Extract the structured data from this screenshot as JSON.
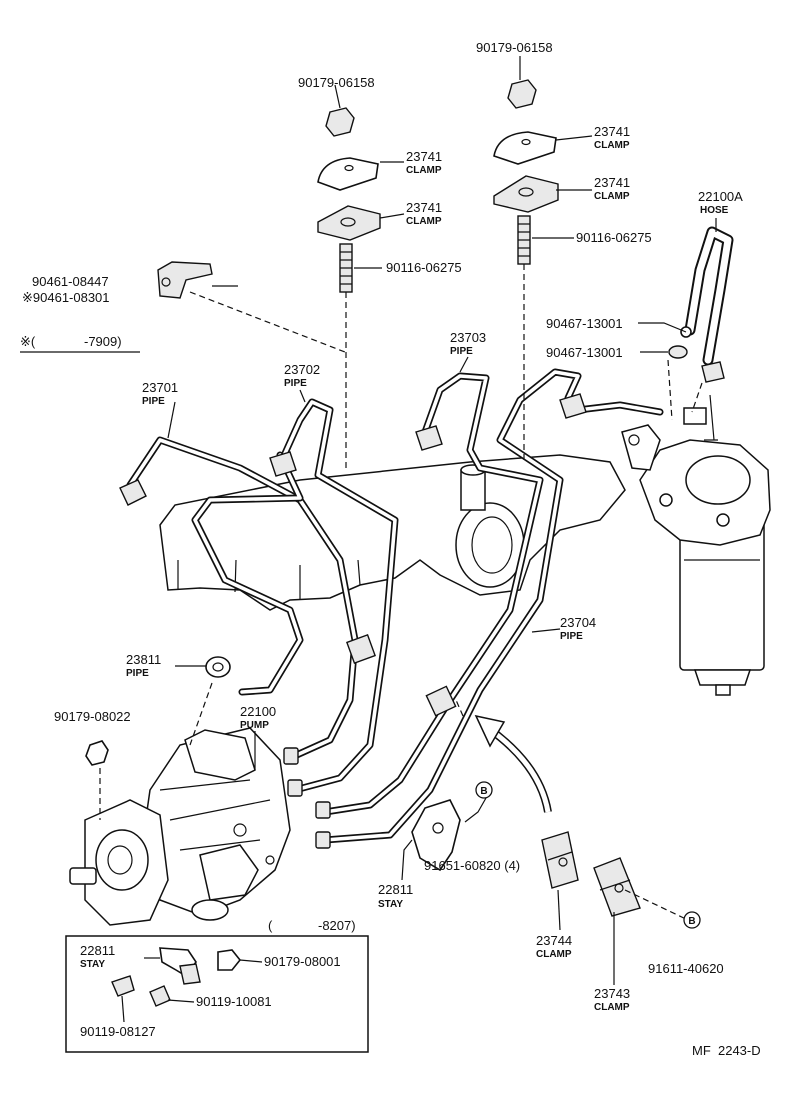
{
  "callouts": {
    "nut_left": {
      "part_no": "90179-06158"
    },
    "nut_right": {
      "part_no": "90179-06158"
    },
    "clamp_left_upper": {
      "part_no": "23741",
      "label": "CLAMP"
    },
    "clamp_left_lower": {
      "part_no": "23741",
      "label": "CLAMP"
    },
    "clamp_right_upper": {
      "part_no": "23741",
      "label": "CLAMP"
    },
    "clamp_right_lower": {
      "part_no": "23741",
      "label": "CLAMP"
    },
    "stud_left": {
      "part_no": "90116-06275"
    },
    "stud_right": {
      "part_no": "90116-06275"
    },
    "hose": {
      "part_no": "22100A",
      "label": "HOSE"
    },
    "bracket_a": {
      "part_no": "90461-08447"
    },
    "bracket_b": {
      "part_no": "※90461-08301"
    },
    "hose_clip_upper": {
      "part_no": "90467-13001"
    },
    "hose_clip_lower": {
      "part_no": "90467-13001"
    },
    "pipe_23701": {
      "part_no": "23701",
      "label": "PIPE"
    },
    "pipe_23702": {
      "part_no": "23702",
      "label": "PIPE"
    },
    "pipe_23703": {
      "part_no": "23703",
      "label": "PIPE"
    },
    "pipe_23704": {
      "part_no": "23704",
      "label": "PIPE"
    },
    "pipe_23811": {
      "part_no": "23811",
      "label": "PIPE"
    },
    "nut_pump": {
      "part_no": "90179-08022"
    },
    "pump": {
      "part_no": "22100",
      "label": "PUMP"
    },
    "stay_main": {
      "part_no": "22811",
      "label": "STAY"
    },
    "bolt_stay": {
      "part_no": "91651-60820 (4)"
    },
    "clamp_23744": {
      "part_no": "23744",
      "label": "CLAMP"
    },
    "clamp_23743": {
      "part_no": "23743",
      "label": "CLAMP"
    },
    "bolt_clamp": {
      "part_no": "91611-40620"
    }
  },
  "footnote": {
    "mark": "※(",
    "range": "-7909)"
  },
  "inset": {
    "range_open": "(",
    "range": "-8207)",
    "stay": {
      "part_no": "22811",
      "label": "STAY"
    },
    "nut": {
      "part_no": "90179-08001"
    },
    "bolt_a": {
      "part_no": "90119-10081"
    },
    "bolt_b": {
      "part_no": "90119-08127"
    }
  },
  "circle_mark": "B",
  "figure_code": "MF  2243-D"
}
